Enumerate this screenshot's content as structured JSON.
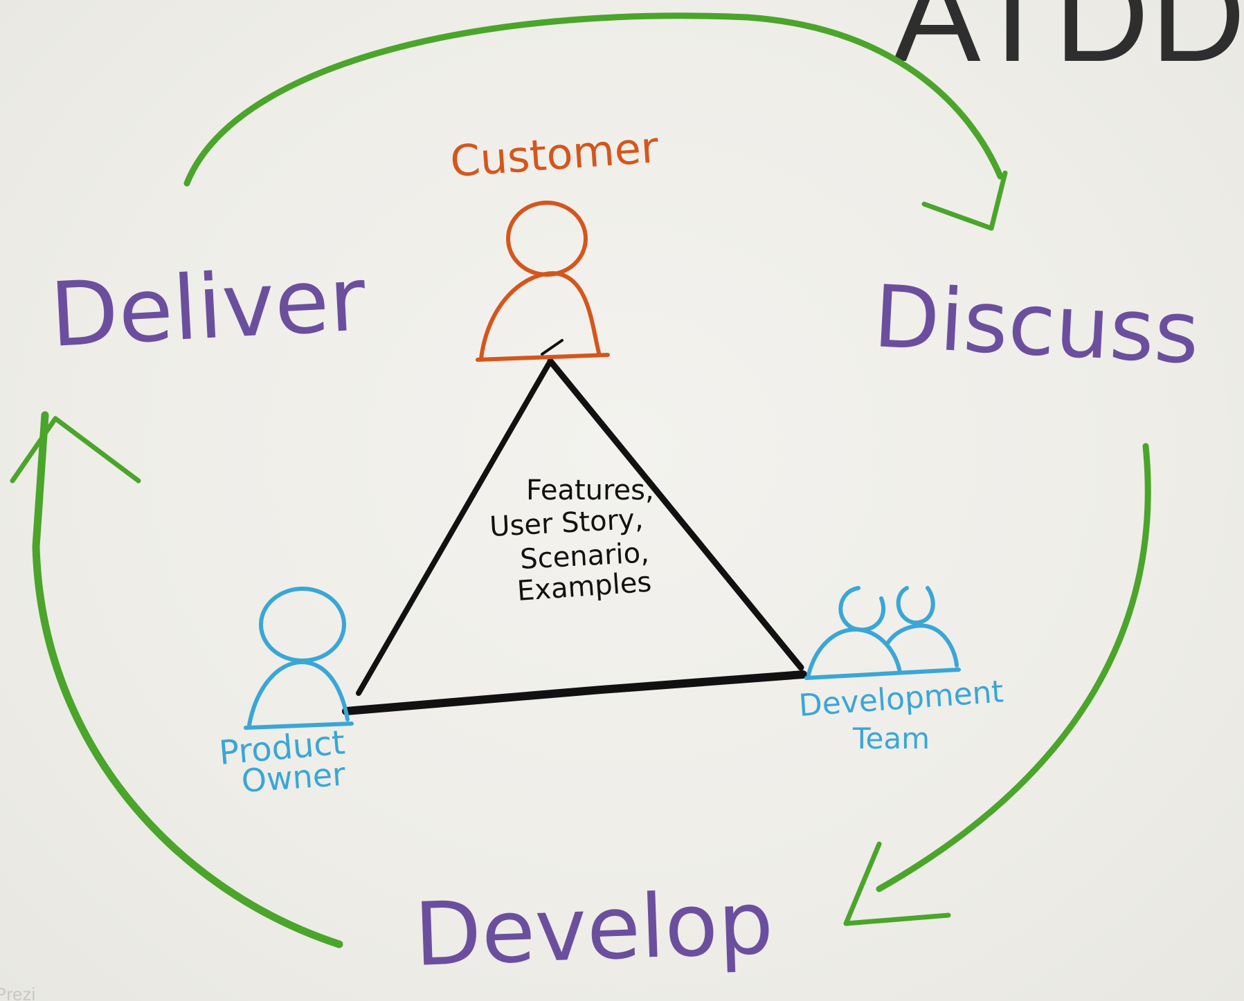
{
  "title": "ATDD",
  "cycle": {
    "stages": {
      "deliver": "Deliver",
      "discuss": "Discuss",
      "develop": "Develop"
    }
  },
  "roles": {
    "customer": "Customer",
    "product_owner": [
      "Product",
      "Owner"
    ],
    "development_team": [
      "Development",
      "Team"
    ]
  },
  "center": {
    "lines": [
      "Features,",
      "User Story,",
      "Scenario,",
      "Examples"
    ]
  },
  "watermark": "Prezi",
  "colors": {
    "cycle_arrow": "#4aa52a",
    "stage_text": "#6b4f9e",
    "customer": "#d4561c",
    "team": "#3aa6d6",
    "triangle": "#111111",
    "title": "#2e2e2e"
  }
}
